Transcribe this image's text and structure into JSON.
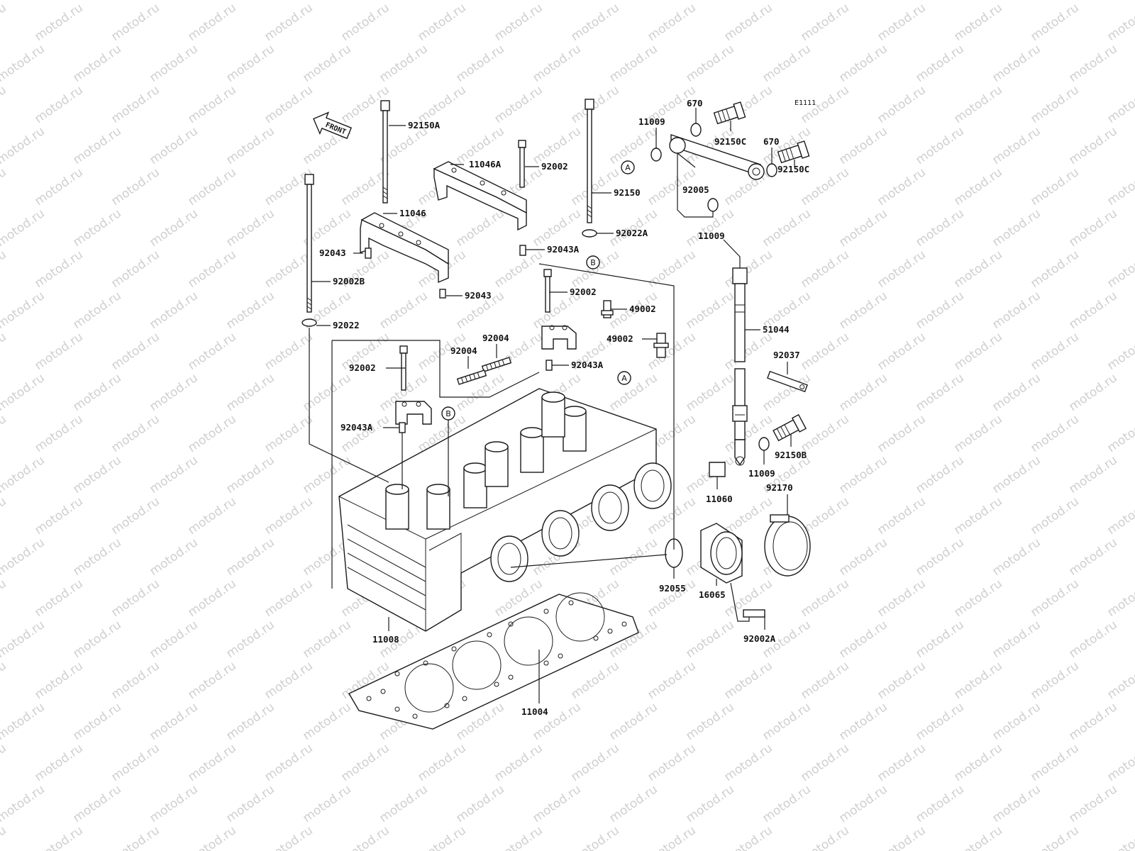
{
  "figure_code": "E1111",
  "watermark_text": "motod.ru",
  "front_arrow_label": "FRONT",
  "ref_markers": {
    "a": "A",
    "b": "B"
  },
  "parts": [
    {
      "id": "p1",
      "number": "92150A"
    },
    {
      "id": "p2",
      "number": "11046A"
    },
    {
      "id": "p3",
      "number": "92002"
    },
    {
      "id": "p4",
      "number": "11046"
    },
    {
      "id": "p5",
      "number": "92043"
    },
    {
      "id": "p6",
      "number": "92043"
    },
    {
      "id": "p7",
      "number": "92002B"
    },
    {
      "id": "p8",
      "number": "92022"
    },
    {
      "id": "p9",
      "number": "92043A"
    },
    {
      "id": "p10",
      "number": "92150"
    },
    {
      "id": "p11",
      "number": "92022A"
    },
    {
      "id": "p12",
      "number": "11009"
    },
    {
      "id": "p13",
      "number": "670"
    },
    {
      "id": "p14",
      "number": "92150C"
    },
    {
      "id": "p15",
      "number": "670"
    },
    {
      "id": "p16",
      "number": "92150C"
    },
    {
      "id": "p17",
      "number": "92005"
    },
    {
      "id": "p18",
      "number": "11009"
    },
    {
      "id": "p19",
      "number": "92002"
    },
    {
      "id": "p20",
      "number": "49002"
    },
    {
      "id": "p21",
      "number": "49002"
    },
    {
      "id": "p22",
      "number": "92004"
    },
    {
      "id": "p23",
      "number": "92004"
    },
    {
      "id": "p24",
      "number": "92043A"
    },
    {
      "id": "p25",
      "number": "92002"
    },
    {
      "id": "p26",
      "number": "92043A"
    },
    {
      "id": "p27",
      "number": "51044"
    },
    {
      "id": "p28",
      "number": "92037"
    },
    {
      "id": "p29",
      "number": "92150B"
    },
    {
      "id": "p30",
      "number": "11009"
    },
    {
      "id": "p31",
      "number": "11060"
    },
    {
      "id": "p32",
      "number": "92170"
    },
    {
      "id": "p33",
      "number": "92055"
    },
    {
      "id": "p34",
      "number": "16065"
    },
    {
      "id": "p35",
      "number": "92002A"
    },
    {
      "id": "p36",
      "number": "11008"
    },
    {
      "id": "p37",
      "number": "11004"
    }
  ]
}
